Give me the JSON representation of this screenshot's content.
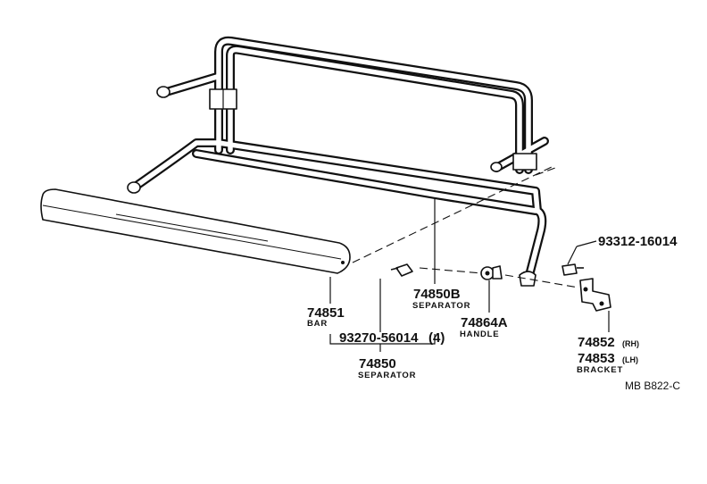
{
  "diagram_id": "MB B822-C",
  "parts": {
    "bar": {
      "number": "74851",
      "name": "BAR"
    },
    "separator_sub": {
      "number": "74850B",
      "name": "SEPARATOR"
    },
    "handle": {
      "number": "74864A",
      "name": "HANDLE"
    },
    "screw_right": {
      "number": "93312-16014"
    },
    "screw_left": {
      "number": "93270-56014",
      "qty": "(4)"
    },
    "separator_assy": {
      "number": "74850",
      "name": "SEPARATOR"
    },
    "bracket_rh": {
      "number": "74852",
      "side": "(RH)"
    },
    "bracket_lh": {
      "number": "74853",
      "side": "(LH)",
      "name": "BRACKET"
    }
  }
}
